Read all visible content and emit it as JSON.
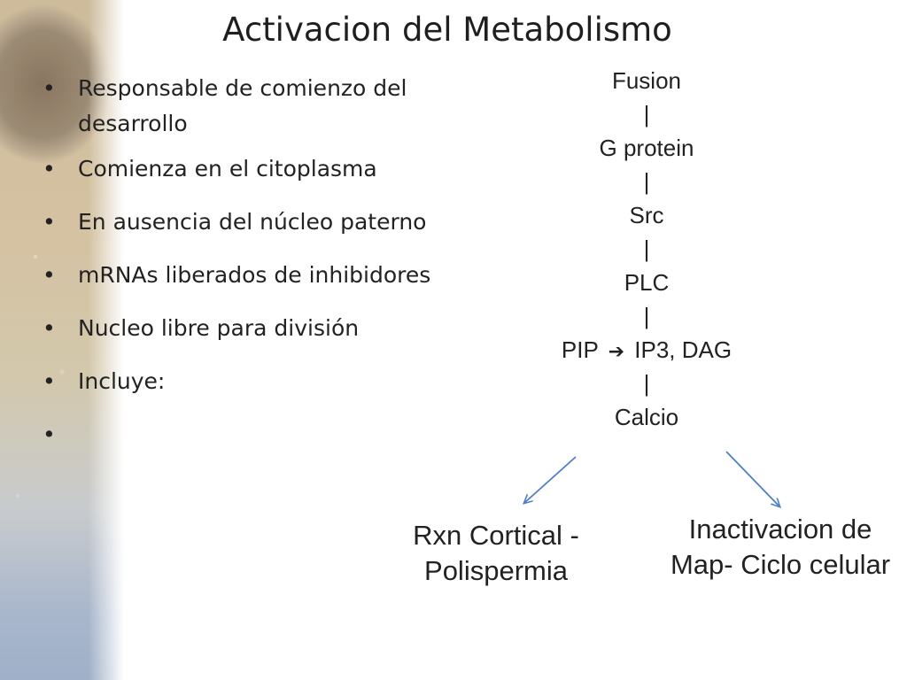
{
  "slide": {
    "title": "Activacion del Metabolismo",
    "bullets": [
      "Responsable de comienzo del desarrollo",
      "Comienza en el citoplasma",
      "En ausencia del núcleo paterno",
      "mRNAs liberados de inhibidores",
      "Nucleo libre para división",
      "Incluye:",
      ""
    ],
    "bullet_symbol": "•",
    "cascade": {
      "steps": [
        "Fusion",
        "G protein",
        "Src",
        "PLC",
        "PIP  IP3, DAG",
        "Calcio"
      ],
      "connector": "|",
      "arrow_glyph": "➔",
      "pip_left": "PIP",
      "pip_right": "IP3, DAG"
    },
    "outcomes": {
      "left": "Rxn Cortical - Polispermia",
      "right": "Inactivacion de Map- Ciclo celular"
    },
    "colors": {
      "arrow": "#4f7fc4",
      "text": "#222222"
    }
  }
}
